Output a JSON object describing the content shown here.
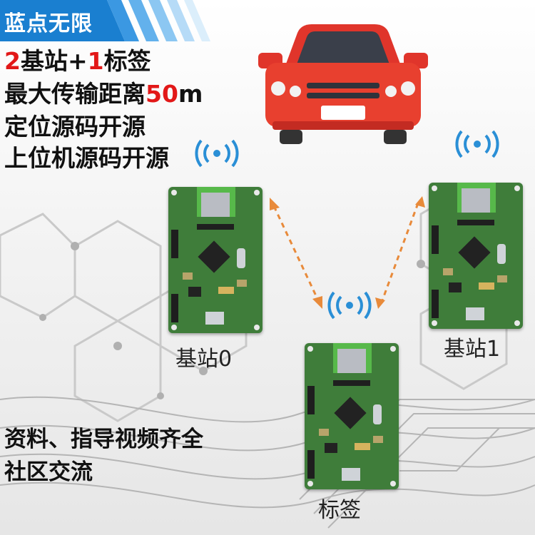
{
  "banner": {
    "title": "蓝点无限",
    "color": "#1a7fd0"
  },
  "features": [
    {
      "pre": "",
      "accent": "2",
      "mid": "基站+",
      "accent2": "1",
      "post": "标签"
    },
    {
      "pre": "最大传输距离",
      "accent": "50",
      "mid": "m",
      "accent2": "",
      "post": ""
    },
    {
      "pre": "定位源码开源",
      "accent": "",
      "mid": "",
      "accent2": "",
      "post": ""
    },
    {
      "pre": "上位机源码开源",
      "accent": "",
      "mid": "",
      "accent2": "",
      "post": ""
    }
  ],
  "bottom_text": {
    "line1": "资料、指导视频齐全",
    "line2": "社区交流"
  },
  "boards": {
    "base0": {
      "label": "基站0"
    },
    "base1": {
      "label": "基站1"
    },
    "tag": {
      "label": "标签"
    }
  },
  "colors": {
    "accent": "#e21818",
    "pcb": "#3f7d3a",
    "car": "#e0352b",
    "wifi": "#2a8fd6",
    "link": "#e88a3a"
  },
  "icons": [
    "car-icon",
    "wifi-signal-icon",
    "bidirectional-arrow-icon"
  ]
}
